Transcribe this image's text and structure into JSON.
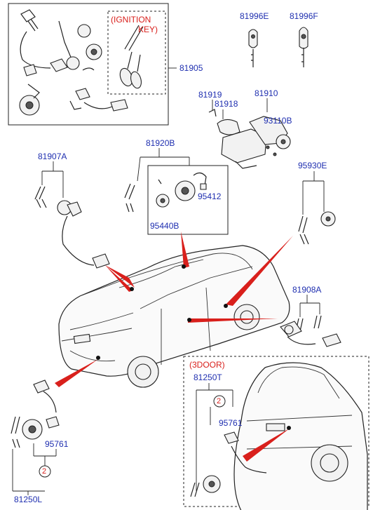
{
  "labels": {
    "p81905": "81905",
    "ignition_key_l1": "(IGNITION",
    "ignition_key_l2": "KEY)",
    "p81996e": "81996E",
    "p81996f": "81996F",
    "p81919": "81919",
    "p81918": "81918",
    "p81910": "81910",
    "p93110b": "93110B",
    "p81920b": "81920B",
    "p81907a": "81907A",
    "p95412": "95412",
    "p95440b": "95440B",
    "p95930e": "95930E",
    "p81908a": "81908A",
    "three_door": "(3DOOR)",
    "p81250t": "81250T",
    "ref2_top": "2",
    "p95761_right": "95761",
    "p95761_left": "95761",
    "ref2_bottom": "2",
    "p81250l": "81250L"
  },
  "colors": {
    "part_number": "#1f2fb0",
    "note": "#d9201c",
    "pointer": "#d9201c",
    "line": "#222222"
  },
  "icons": [
    "ignition-lock-assembly-icon",
    "key-blank-icon",
    "steering-lock-body-icon",
    "door-lock-cylinder-icon",
    "trunk-lock-icon",
    "sedan-car-icon",
    "hatchback-car-icon",
    "callout-pointer-icon"
  ]
}
